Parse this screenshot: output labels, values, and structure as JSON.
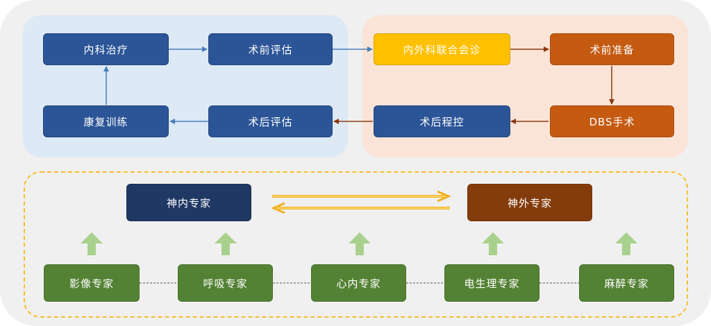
{
  "flow": {
    "internal_treatment": "内科治疗",
    "preop_assessment": "术前评估",
    "joint_consultation": "内外科联合会诊",
    "preop_preparation": "术前准备",
    "rehab_training": "康复训练",
    "postop_assessment": "术后评估",
    "postop_programming": "术后程控",
    "dbs_surgery": "DBS手术"
  },
  "team": {
    "neurology_expert": "神内专家",
    "neurosurgery_expert": "神外专家",
    "specialists": [
      "影像专家",
      "呼吸专家",
      "心内专家",
      "电生理专家",
      "麻醉专家"
    ]
  },
  "colors": {
    "blue_node": "#2c5597",
    "yellow_node": "#ffc000",
    "orange_node": "#c55a11",
    "navy_node": "#1f3864",
    "brown_node": "#843c0c",
    "green_node": "#548235",
    "light_green_arrow": "#a9d18e",
    "blue_panel": "#dde9f5",
    "orange_panel": "#fae4d8",
    "dashed_border": "#f5c02a"
  }
}
